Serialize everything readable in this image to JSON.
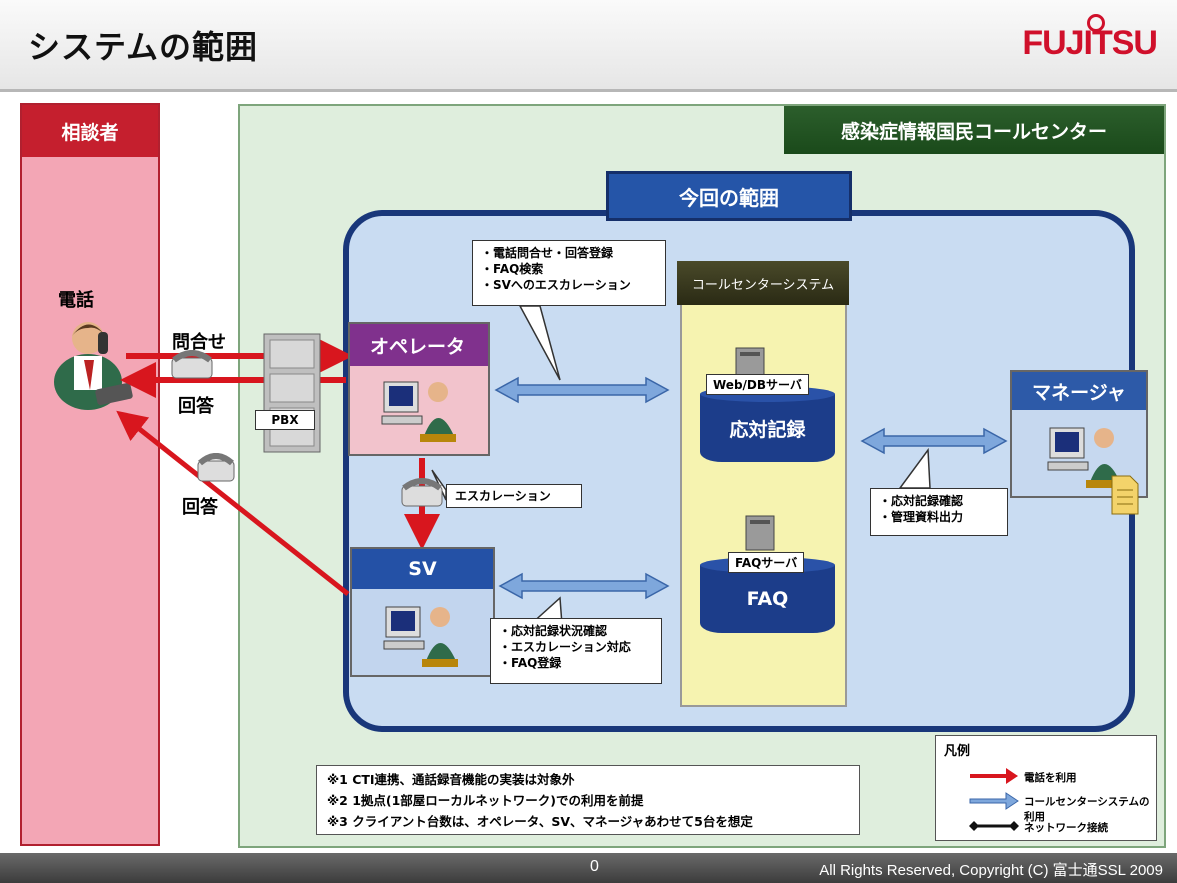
{
  "title": "システムの範囲",
  "logo": "FUJITSU",
  "consultant": {
    "header": "相談者",
    "phone_label": "電話"
  },
  "flows": {
    "inquiry": "問合せ",
    "answer": "回答",
    "answer2": "回答",
    "pbx": "PBX",
    "escalation": "エスカレーション"
  },
  "center": {
    "header": "感染症情報国民コールセンター"
  },
  "scope": {
    "header": "今回の範囲"
  },
  "operator": {
    "header": "オペレータ",
    "callout": [
      "・電話問合せ・回答登録",
      "・FAQ検索",
      "・SVへのエスカレーション"
    ]
  },
  "sv": {
    "header": "SV",
    "callout": [
      "・応対記録状況確認",
      "・エスカレーション対応",
      "・FAQ登録"
    ]
  },
  "system": {
    "header": "コールセンターシステム",
    "web_server": "Web/DBサーバ",
    "record_db": "応対記録",
    "faq_server": "FAQサーバ",
    "faq_db": "FAQ"
  },
  "manager": {
    "header": "マネージャ",
    "callout": [
      "・応対記録確認",
      "・管理資料出力"
    ]
  },
  "notes": [
    "※1  CTI連携、通話録音機能の実装は対象外",
    "※2  1拠点(1部屋ローカルネットワーク)での利用を前提",
    "※3  クライアント台数は、オペレータ、SV、マネージャあわせて5台を想定"
  ],
  "legend": {
    "title": "凡例",
    "items": [
      "電話を利用",
      "コールセンターシステムの利用",
      "ネットワーク接続"
    ]
  },
  "colors": {
    "phone_arrow": "#d8161e",
    "system_arrow": "#7ea7dc",
    "network": "#111111"
  },
  "footer": {
    "page": "0",
    "copyright": "All Rights Reserved, Copyright (C) 富士通SSL 2009"
  }
}
